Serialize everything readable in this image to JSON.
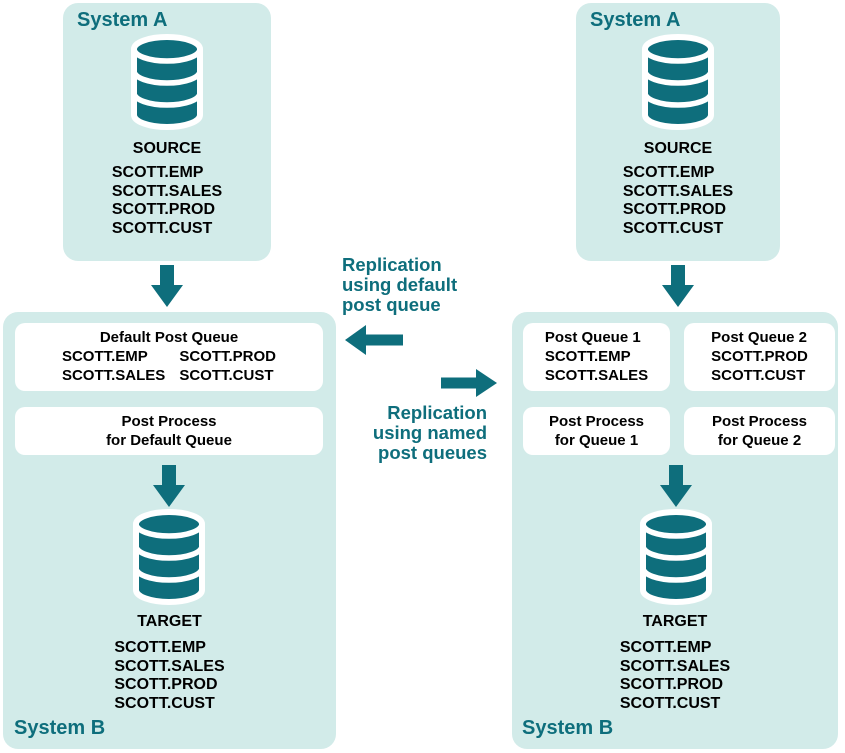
{
  "colors": {
    "teal": "#0E6E7C",
    "panel_bg": "#D2EBE9",
    "box_bg": "#FFFFFF",
    "text": "#000000"
  },
  "left_flow": {
    "system_a": {
      "title": "System A",
      "db_label": "SOURCE",
      "tables": [
        "SCOTT.EMP",
        "SCOTT.SALES",
        "SCOTT.PROD",
        "SCOTT.CUST"
      ]
    },
    "system_b": {
      "title": "System B",
      "queue_box": {
        "title": "Default Post Queue",
        "col1": [
          "SCOTT.EMP",
          "SCOTT.SALES"
        ],
        "col2": [
          "SCOTT.PROD",
          "SCOTT.CUST"
        ]
      },
      "process_box": {
        "lines": [
          "Post Process",
          "for Default Queue"
        ]
      },
      "db_label": "TARGET",
      "tables": [
        "SCOTT.EMP",
        "SCOTT.SALES",
        "SCOTT.PROD",
        "SCOTT.CUST"
      ]
    }
  },
  "middle": {
    "default_label": {
      "lines": [
        "Replication",
        "using default",
        "post queue"
      ]
    },
    "named_label": {
      "lines": [
        "Replication",
        "using named",
        "post queues"
      ]
    }
  },
  "right_flow": {
    "system_a": {
      "title": "System A",
      "db_label": "SOURCE",
      "tables": [
        "SCOTT.EMP",
        "SCOTT.SALES",
        "SCOTT.PROD",
        "SCOTT.CUST"
      ]
    },
    "system_b": {
      "title": "System B",
      "queue_boxes": [
        {
          "title": "Post Queue 1",
          "tables": [
            "SCOTT.EMP",
            "SCOTT.SALES"
          ]
        },
        {
          "title": "Post Queue 2",
          "tables": [
            "SCOTT.PROD",
            "SCOTT.CUST"
          ]
        }
      ],
      "process_boxes": [
        {
          "lines": [
            "Post Process",
            "for Queue 1"
          ]
        },
        {
          "lines": [
            "Post Process",
            "for Queue 2"
          ]
        }
      ],
      "db_label": "TARGET",
      "tables": [
        "SCOTT.EMP",
        "SCOTT.SALES",
        "SCOTT.PROD",
        "SCOTT.CUST"
      ]
    }
  }
}
